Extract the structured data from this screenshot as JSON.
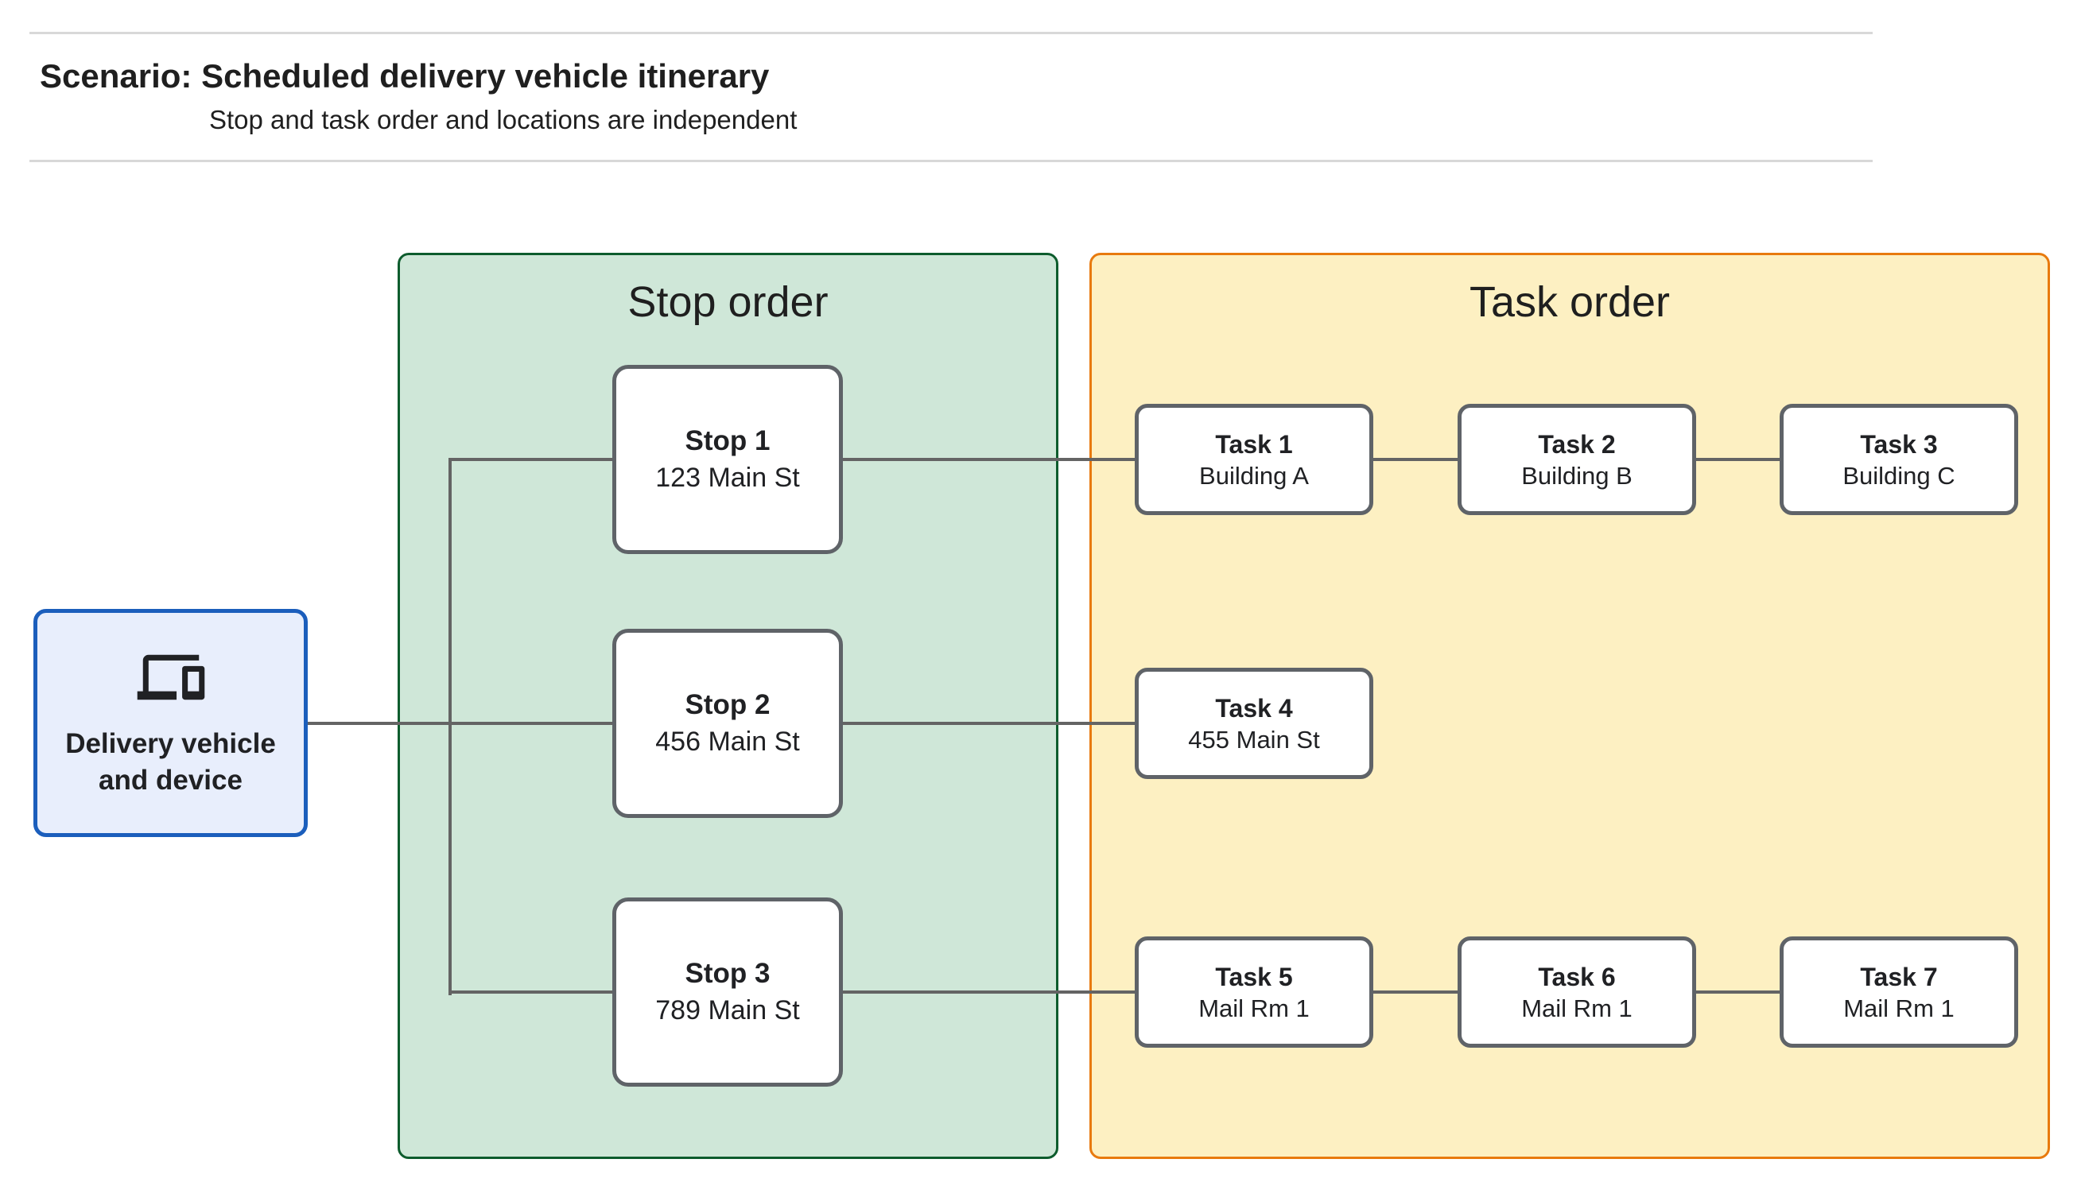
{
  "header": {
    "title": "Scenario: Scheduled delivery vehicle itinerary",
    "subtitle": "Stop and task order and locations are independent"
  },
  "device_card": {
    "icon": "devices-icon",
    "line1": "Delivery vehicle",
    "line2": "and device"
  },
  "panels": {
    "stop_order": {
      "title": "Stop order"
    },
    "task_order": {
      "title": "Task order"
    }
  },
  "stops": [
    {
      "title": "Stop 1",
      "address": "123 Main St"
    },
    {
      "title": "Stop 2",
      "address": "456 Main St"
    },
    {
      "title": "Stop 3",
      "address": "789 Main St"
    }
  ],
  "tasks": [
    {
      "title": "Task 1",
      "location": "Building A"
    },
    {
      "title": "Task 2",
      "location": "Building B"
    },
    {
      "title": "Task 3",
      "location": "Building C"
    },
    {
      "title": "Task 4",
      "location": "455 Main St"
    },
    {
      "title": "Task 5",
      "location": "Mail Rm 1"
    },
    {
      "title": "Task 6",
      "location": "Mail Rm 1"
    },
    {
      "title": "Task 7",
      "location": "Mail Rm 1"
    }
  ],
  "colors": {
    "stop_panel_fill": "#cfe7d8",
    "stop_panel_border": "#0d5c2d",
    "task_panel_fill": "#fdf0c2",
    "task_panel_border": "#e87a0e",
    "device_fill": "#e8eefc",
    "device_border": "#1b5ebc",
    "node_border": "#5f6368",
    "connector": "#646464",
    "text": "#202124",
    "divider": "#d8d8d8"
  }
}
